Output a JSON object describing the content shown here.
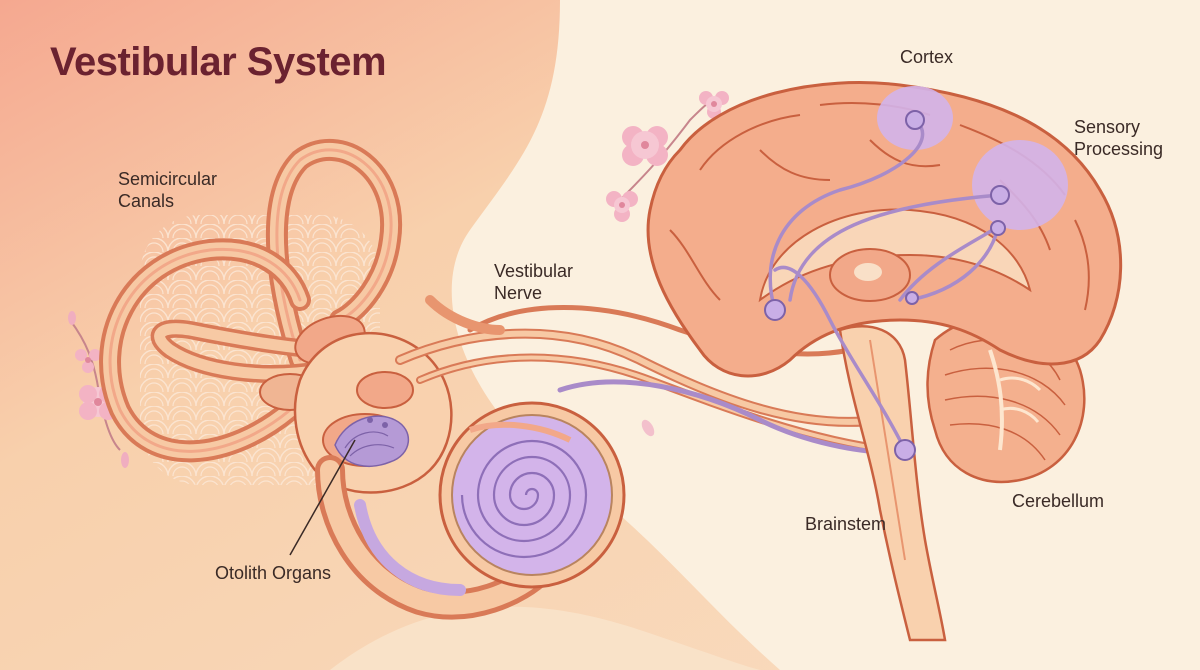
{
  "title": "Vestibular System",
  "labels": {
    "semicircular": [
      "Semicircular",
      "Canals"
    ],
    "otolith": "Otolith Organs",
    "nerve": [
      "Vestibular",
      "Nerve"
    ],
    "cortex": "Cortex",
    "sensory": [
      "Sensory",
      "Processing"
    ],
    "brainstem": "Brainstem",
    "cerebellum": "Cerebellum"
  },
  "colors": {
    "title": "#6b2230",
    "tissue": "#f7c9a4",
    "outline": "#c9603f",
    "nerve": "#a98bc9",
    "highlight": "#d3b4ea"
  }
}
